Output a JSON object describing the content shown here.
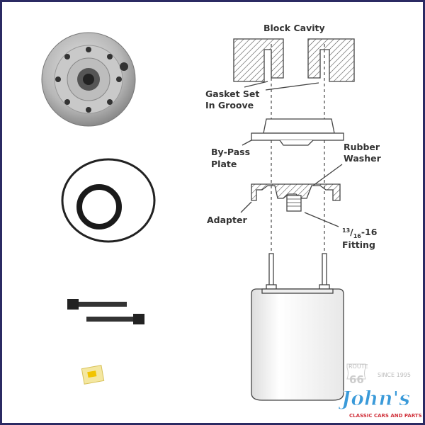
{
  "diagram": {
    "labels": {
      "block_cavity": "Block Cavity",
      "gasket_line1": "Gasket Set",
      "gasket_line2": "In Groove",
      "bypass_line1": "By-Pass",
      "bypass_line2": "Plate",
      "washer_line1": "Rubber",
      "washer_line2": "Washer",
      "adapter": "Adapter",
      "fitting_num": "13",
      "fitting_den": "16",
      "fitting_rest": "-16",
      "fitting_line2": "Fitting"
    }
  },
  "logo": {
    "route": "ROUTE",
    "number": "66",
    "since": "SINCE 1995",
    "name": "John's",
    "tagline": "CLASSIC CARS AND PARTS",
    "colors": {
      "name": "#3a9ad9",
      "tagline": "#d0303a",
      "frame": "#2b2a63"
    }
  }
}
